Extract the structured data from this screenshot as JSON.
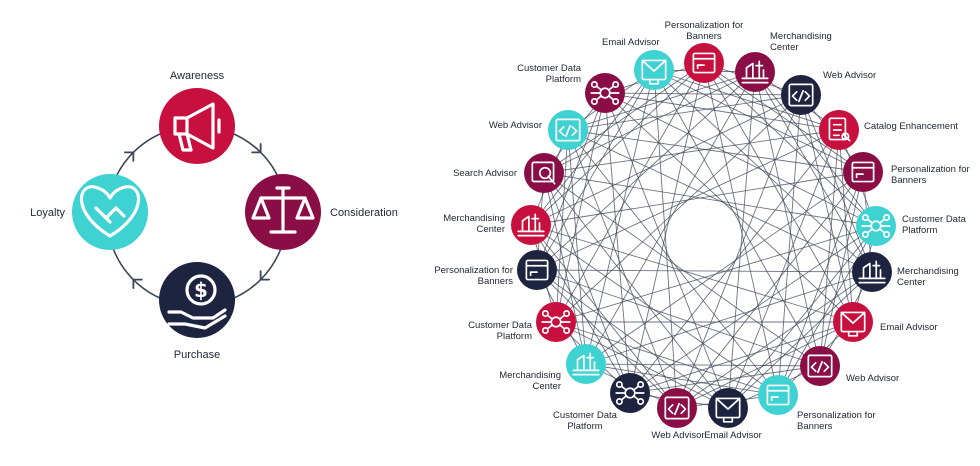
{
  "colors": {
    "crimson": "#c8103f",
    "maroon": "#8a0e45",
    "navy": "#1e2340",
    "teal": "#3ed2d2",
    "line": "#3d4557"
  },
  "journey": {
    "stages": [
      {
        "label": "Awareness",
        "icon": "megaphone-icon",
        "color": "crimson"
      },
      {
        "label": "Consideration",
        "icon": "scales-icon",
        "color": "maroon"
      },
      {
        "label": "Purchase",
        "icon": "dollar-hand-icon",
        "color": "navy"
      },
      {
        "label": "Loyalty",
        "icon": "heart-handshake-icon",
        "color": "teal"
      }
    ]
  },
  "network": {
    "nodes": [
      {
        "label": "Personalization for Banners",
        "icon": "banner-icon",
        "color": "crimson"
      },
      {
        "label": "Merchandising Center",
        "icon": "merch-icon",
        "color": "maroon"
      },
      {
        "label": "Web Advisor",
        "icon": "code-icon",
        "color": "navy"
      },
      {
        "label": "Catalog Enhancement",
        "icon": "catalog-icon",
        "color": "crimson"
      },
      {
        "label": "Personalization for Banners",
        "icon": "banner-icon",
        "color": "maroon"
      },
      {
        "label": "Customer Data Platform",
        "icon": "data-icon",
        "color": "teal"
      },
      {
        "label": "Merchandising Center",
        "icon": "merch-icon",
        "color": "navy"
      },
      {
        "label": "Email Advisor",
        "icon": "email-icon",
        "color": "crimson"
      },
      {
        "label": "Web Advisor",
        "icon": "code-icon",
        "color": "maroon"
      },
      {
        "label": "Personalization for Banners",
        "icon": "banner-icon",
        "color": "teal"
      },
      {
        "label": "Email Advisor",
        "icon": "email-icon",
        "color": "navy"
      },
      {
        "label": "Web Advisor",
        "icon": "code-icon",
        "color": "maroon"
      },
      {
        "label": "Customer Data Platform",
        "icon": "data-icon",
        "color": "navy"
      },
      {
        "label": "Merchandising Center",
        "icon": "merch-icon",
        "color": "teal"
      },
      {
        "label": "Customer Data Platform",
        "icon": "data-icon",
        "color": "crimson"
      },
      {
        "label": "Personalization for Banners",
        "icon": "banner-icon",
        "color": "navy"
      },
      {
        "label": "Merchandising Center",
        "icon": "merch-icon",
        "color": "crimson"
      },
      {
        "label": "Search Advisor",
        "icon": "search-icon",
        "color": "maroon"
      },
      {
        "label": "Web Advisor",
        "icon": "code-icon",
        "color": "teal"
      },
      {
        "label": "Customer Data Platform",
        "icon": "data-icon",
        "color": "maroon"
      },
      {
        "label": "Email Advisor",
        "icon": "email-icon",
        "color": "teal"
      }
    ]
  }
}
